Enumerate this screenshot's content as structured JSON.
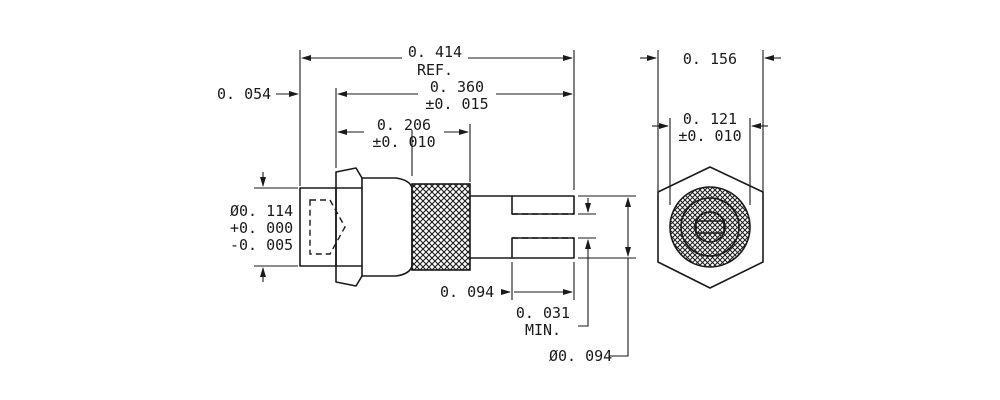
{
  "dimensions": {
    "overall_length": "0. 414",
    "overall_ref": "REF.",
    "body_length": "0. 360",
    "body_tol": "±0. 015",
    "knurl_length": "0. 206",
    "knurl_tol": "±0. 010",
    "left_offset": "0. 054",
    "cap_diameter": "Ø0. 114",
    "cap_tol_plus": "+0. 000",
    "cap_tol_minus": "-0. 005",
    "slot_width": "0. 094",
    "slot_depth": "0. 031",
    "slot_min": "MIN.",
    "pin_diameter": "Ø0. 094",
    "hex_flats": "0. 156",
    "bore_diameter": "0. 121",
    "bore_tol": "±0. 010"
  },
  "colors": {
    "ink": "#1a1a1a",
    "paper": "#ffffff"
  }
}
